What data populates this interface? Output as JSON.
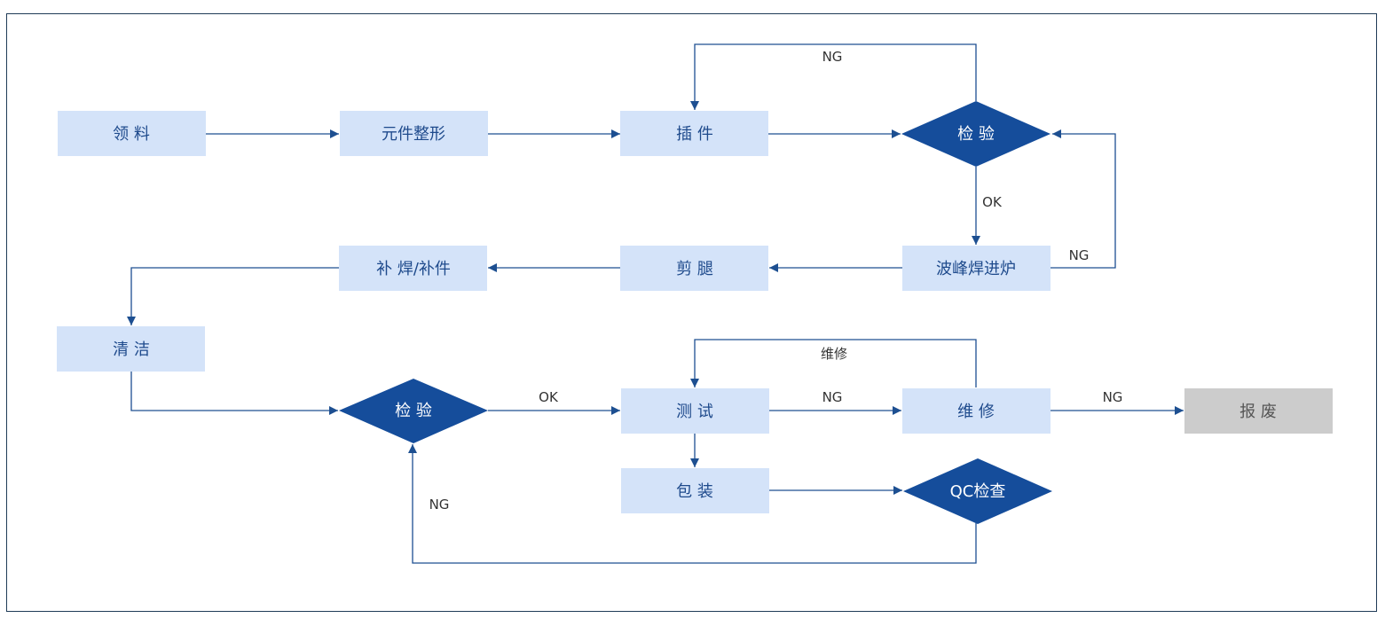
{
  "nodes": {
    "lingliao": "领 料",
    "yuanjian": "元件整形",
    "chajian": "插 件",
    "jianyan1": "检 验",
    "bofeng": "波峰焊进炉",
    "jiantui": "剪 腿",
    "buhan": "补 焊/补件",
    "qingjie": "清 洁",
    "jianyan2": "检 验",
    "ceshi": "测 试",
    "weixiu": "维 修",
    "baofei": "报 废",
    "baozhuang": "包 装",
    "qc": "QC检查"
  },
  "edge_labels": {
    "ng_top": "NG",
    "ok_down": "OK",
    "ng_right": "NG",
    "ok_test": "OK",
    "repair_loop": "维修",
    "ng_repair": "NG",
    "ng_scrap": "NG",
    "ng_qc": "NG"
  },
  "colors": {
    "box_fill": "#d4e3f9",
    "diamond_fill": "#154d9b",
    "scrap_fill": "#cccccc",
    "line": "#1d4f91"
  }
}
